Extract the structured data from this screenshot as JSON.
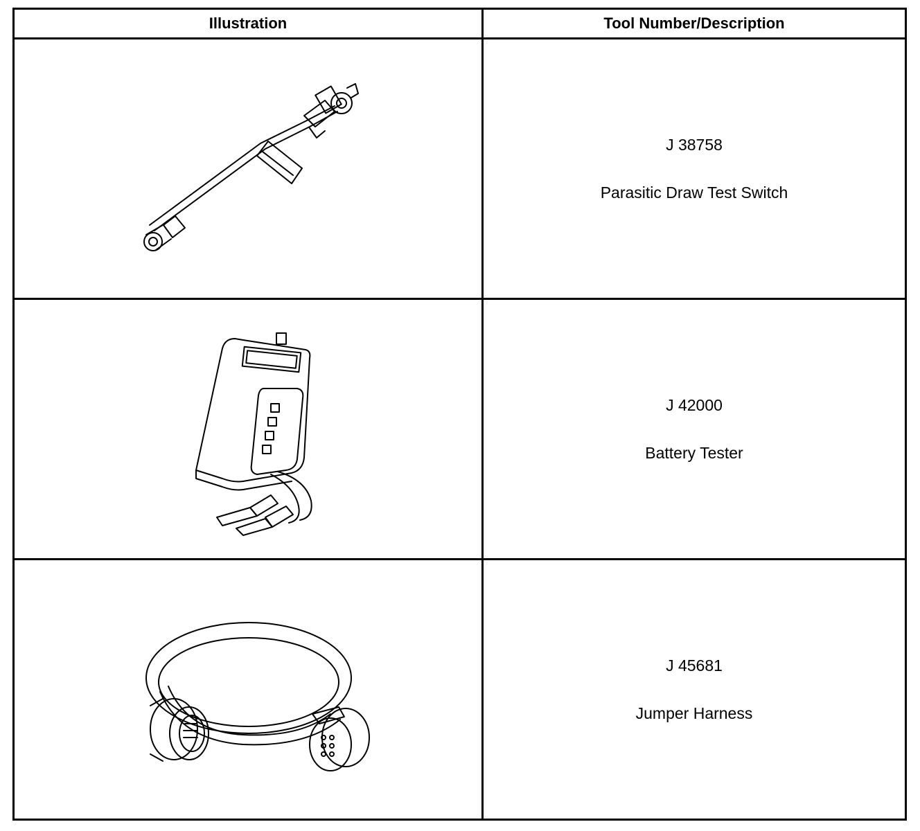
{
  "table": {
    "headers": {
      "illustration": "Illustration",
      "tool": "Tool Number/Description"
    },
    "rows": [
      {
        "number": "J 38758",
        "description": "Parasitic Draw Test Switch",
        "illustration_icon": "parasitic-draw-test-switch-illustration"
      },
      {
        "number": "J 42000",
        "description": "Battery Tester",
        "illustration_icon": "battery-tester-illustration"
      },
      {
        "number": "J 45681",
        "description": "Jumper Harness",
        "illustration_icon": "jumper-harness-illustration"
      }
    ]
  }
}
